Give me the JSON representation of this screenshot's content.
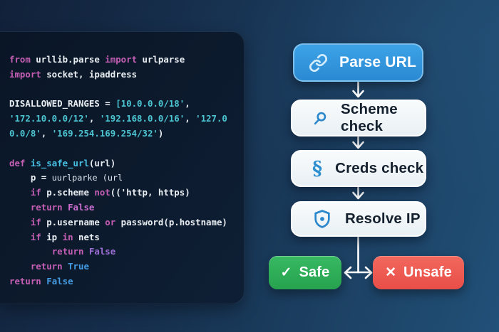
{
  "code_panel": {
    "language": "python",
    "lines": [
      [
        {
          "c": "kw",
          "t": "from"
        },
        {
          "c": "pl",
          "t": " urllib.parse "
        },
        {
          "c": "kw",
          "t": "import"
        },
        {
          "c": "pl",
          "t": " urlparse"
        }
      ],
      [
        {
          "c": "kw",
          "t": "import"
        },
        {
          "c": "pl",
          "t": " socket, ipaddress"
        }
      ],
      [],
      [
        {
          "c": "pl",
          "t": "DISALLOWED_RANGES = "
        },
        {
          "c": "str",
          "t": "[10.0.0.0/18'"
        },
        {
          "c": "pl",
          "t": ","
        }
      ],
      [
        {
          "c": "str",
          "t": "'172.10.0.0/12'"
        },
        {
          "c": "pl",
          "t": ", "
        },
        {
          "c": "str",
          "t": "'192.168.0.0/16'"
        },
        {
          "c": "pl",
          "t": ", "
        },
        {
          "c": "str",
          "t": "'127.0"
        }
      ],
      [
        {
          "c": "str",
          "t": "0.0/8'"
        },
        {
          "c": "pl",
          "t": ", "
        },
        {
          "c": "str",
          "t": "'169.254.169.254/32'"
        },
        {
          "c": "pl",
          "t": ")"
        }
      ],
      [],
      [
        {
          "c": "kw",
          "t": "def"
        },
        {
          "c": "pl",
          "t": " "
        },
        {
          "c": "fn",
          "t": "is_safe_url"
        },
        {
          "c": "pl",
          "t": "(url)"
        }
      ],
      [
        {
          "c": "pl",
          "t": "    p = "
        },
        {
          "c": "thin",
          "t": "uurlparke (url"
        }
      ],
      [
        {
          "c": "pl",
          "t": "    "
        },
        {
          "c": "kw",
          "t": "if"
        },
        {
          "c": "pl",
          "t": " p.scheme "
        },
        {
          "c": "kw",
          "t": "not"
        },
        {
          "c": "pl",
          "t": "(('http, https)"
        }
      ],
      [
        {
          "c": "pl",
          "t": "    "
        },
        {
          "c": "kw",
          "t": "return"
        },
        {
          "c": "pl",
          "t": " "
        },
        {
          "c": "pink",
          "t": "False"
        }
      ],
      [
        {
          "c": "pl",
          "t": "    "
        },
        {
          "c": "kw",
          "t": "if"
        },
        {
          "c": "pl",
          "t": " p.username "
        },
        {
          "c": "kw",
          "t": "or"
        },
        {
          "c": "pl",
          "t": " password(p.hostname)"
        }
      ],
      [
        {
          "c": "pl",
          "t": "    "
        },
        {
          "c": "kw",
          "t": "if"
        },
        {
          "c": "pl",
          "t": " ip "
        },
        {
          "c": "kw",
          "t": "in"
        },
        {
          "c": "pl",
          "t": " nets"
        }
      ],
      [
        {
          "c": "pl",
          "t": "        "
        },
        {
          "c": "kw",
          "t": "return"
        },
        {
          "c": "pl",
          "t": " "
        },
        {
          "c": "purple",
          "t": "False"
        }
      ],
      [
        {
          "c": "pl",
          "t": "    "
        },
        {
          "c": "kw",
          "t": "return"
        },
        {
          "c": "pl",
          "t": " "
        },
        {
          "c": "blue",
          "t": "True"
        }
      ],
      [
        {
          "c": "kw",
          "t": "return"
        },
        {
          "c": "pl",
          "t": " "
        },
        {
          "c": "blue",
          "t": "False"
        }
      ]
    ]
  },
  "flowchart": {
    "nodes": [
      {
        "id": "parse-url",
        "label": "Parse URL",
        "icon": "link-icon",
        "style": "blue"
      },
      {
        "id": "scheme-check",
        "label": "Scheme check",
        "icon": "search-icon",
        "style": "light"
      },
      {
        "id": "creds-check",
        "label": "Creds check",
        "icon": "section-icon",
        "style": "light"
      },
      {
        "id": "resolve-ip",
        "label": "Resolve IP",
        "icon": "shield-icon",
        "style": "light"
      },
      {
        "id": "safe",
        "label": "Safe",
        "icon": "check-icon",
        "style": "green"
      },
      {
        "id": "unsafe",
        "label": "Unsafe",
        "icon": "x-icon",
        "style": "red"
      }
    ],
    "icon_glyphs": {
      "section": "§",
      "check": "✓",
      "x": "✕"
    }
  },
  "colors": {
    "background_dark": "#12213a",
    "background_light": "#215078",
    "panel_bg": "#0c1a2d",
    "accent_blue": "#2f96dc",
    "icon_blue": "#2b87cc",
    "safe_green": "#2fae57",
    "unsafe_red": "#ee584f",
    "keyword_magenta": "#c55fb4",
    "string_cyan": "#4cc5d2",
    "value_blue": "#449de4",
    "arrow_white": "#ffffff"
  }
}
